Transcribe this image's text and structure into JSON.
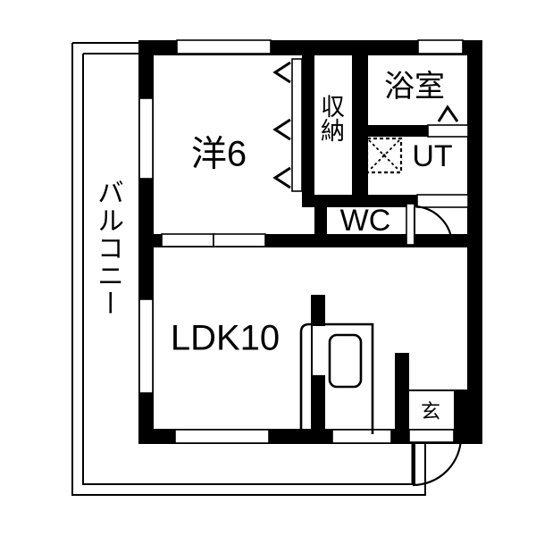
{
  "plan": {
    "type": "japanese-apartment-floor-plan",
    "layout_code": "1LDK",
    "background_color": "#ffffff",
    "wall_color": "#000000",
    "line_color": "#000000"
  },
  "rooms": [
    {
      "id": "washitsu",
      "label": "洋6",
      "meaning": "Western-style room 6 tatami",
      "orientation": "horizontal"
    },
    {
      "id": "ldk",
      "label": "LDK10",
      "meaning": "Living Dining Kitchen 10 tatami",
      "orientation": "horizontal"
    },
    {
      "id": "closet",
      "label": "収納",
      "meaning": "Storage closet",
      "orientation": "vertical"
    },
    {
      "id": "bathroom",
      "label": "浴室",
      "meaning": "Bathroom",
      "orientation": "horizontal"
    },
    {
      "id": "utility",
      "label": "UT",
      "meaning": "Utility / washer area",
      "orientation": "horizontal"
    },
    {
      "id": "toilet",
      "label": "WC",
      "meaning": "Water closet / toilet",
      "orientation": "horizontal"
    },
    {
      "id": "balcony",
      "label": "バルコニー",
      "meaning": "Balcony",
      "orientation": "vertical"
    },
    {
      "id": "entrance",
      "label": "玄",
      "meaning": "Entrance / genkan",
      "orientation": "horizontal"
    }
  ],
  "fixtures": [
    {
      "id": "washing-machine",
      "symbol": "dashed-square-with-x",
      "room": "utility"
    },
    {
      "id": "kitchen-sink",
      "symbol": "rounded-rectangle",
      "room": "ldk"
    },
    {
      "id": "kitchen-counter",
      "symbol": "rounded-outline",
      "room": "ldk"
    }
  ],
  "doors": [
    {
      "id": "closet-folding-door",
      "type": "folding",
      "markers": 3,
      "room": "closet"
    },
    {
      "id": "bath-folding-door",
      "type": "folding",
      "markers": 1,
      "room": "bathroom"
    },
    {
      "id": "wc-swing-door",
      "type": "swing",
      "room": "toilet"
    },
    {
      "id": "entrance-swing-door",
      "type": "swing",
      "room": "entrance"
    },
    {
      "id": "room-sliding-door",
      "type": "sliding",
      "panels": 2,
      "room": "washitsu"
    }
  ],
  "windows": [
    {
      "id": "window-top-bedroom",
      "wall": "north"
    },
    {
      "id": "window-left-bedroom",
      "wall": "west"
    },
    {
      "id": "window-left-ldk",
      "wall": "west"
    },
    {
      "id": "window-bottom-ldk",
      "wall": "south"
    },
    {
      "id": "window-top-bathroom",
      "wall": "north"
    }
  ],
  "labels": {
    "bedroom": "洋6",
    "ldk": "LDK10",
    "closet": "収納",
    "bathroom": "浴室",
    "utility": "UT",
    "toilet": "WC",
    "balcony": "バルコニー",
    "entrance": "玄"
  }
}
